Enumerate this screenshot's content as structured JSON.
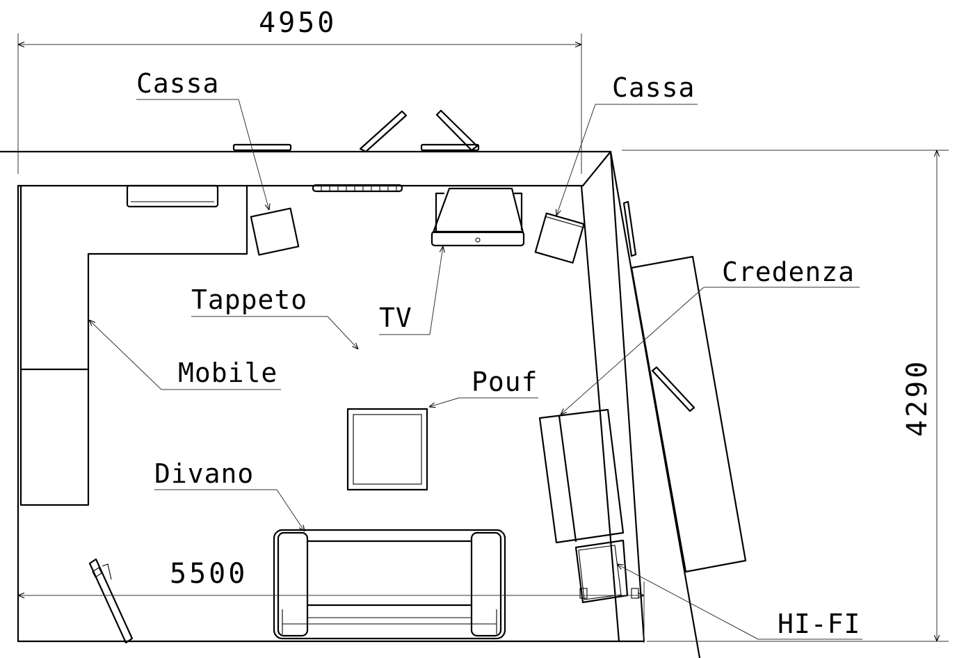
{
  "dimensions": {
    "top_width": "4950",
    "bottom_width": "5500",
    "height": "4290"
  },
  "labels": {
    "cassa_left": "Cassa",
    "cassa_right": "Cassa",
    "credenza": "Credenza",
    "tappeto": "Tappeto",
    "tv": "TV",
    "mobile": "Mobile",
    "pouf": "Pouf",
    "divano": "Divano",
    "hifi": "HI-FI"
  }
}
